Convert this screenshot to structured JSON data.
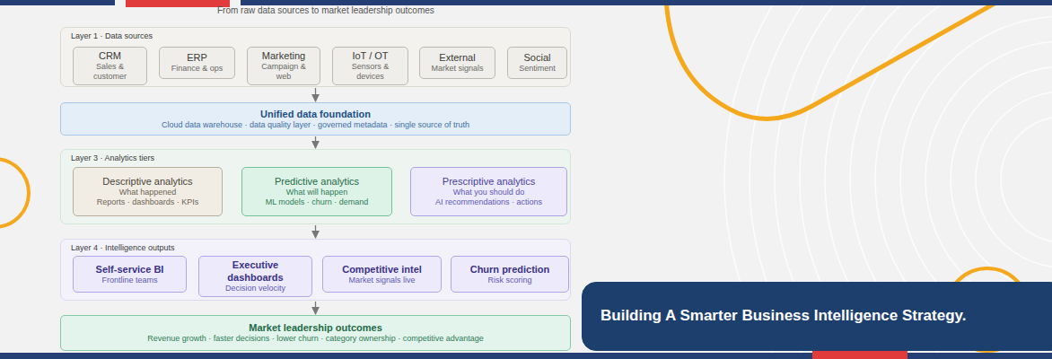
{
  "diagram": {
    "title": "From raw data sources to market leadership outcomes",
    "nodes": [
      {
        "text": [
          "Layer 1 · Data sources"
        ]
      },
      {
        "text": [
          "CRM",
          "Sales & customer"
        ],
        "in": 0
      },
      {
        "text": [
          "ERP",
          "Finance & ops"
        ],
        "in": 0
      },
      {
        "text": [
          "Marketing",
          "Campaign & web"
        ],
        "in": 0
      },
      {
        "text": [
          "IoT / OT",
          "Sensors & devices"
        ],
        "in": 0
      },
      {
        "text": [
          "External",
          "Market signals"
        ],
        "in": 0
      },
      {
        "text": [
          "Social",
          "Sentiment"
        ],
        "in": 0
      },
      {
        "text": [
          "Unified data foundation",
          "Cloud data warehouse · data quality layer · governed metadata · single source of truth"
        ]
      },
      {
        "text": [
          "Layer 3 · Analytics tiers"
        ]
      },
      {
        "text": [
          "Descriptive analytics",
          "What happened",
          "Reports · dashboards · KPIs"
        ],
        "in": 8
      },
      {
        "text": [
          "Predictive analytics",
          "What will happen",
          "ML models · churn · demand"
        ],
        "in": 8
      },
      {
        "text": [
          "Prescriptive analytics",
          "What you should do",
          "AI recommendations · actions"
        ],
        "in": 8
      },
      {
        "text": [
          "Layer 4 · Intelligence outputs"
        ]
      },
      {
        "text": [
          "Self-service BI",
          "Frontline teams"
        ],
        "in": 12
      },
      {
        "text": [
          "Executive dashboards",
          "Decision velocity"
        ],
        "in": 12
      },
      {
        "text": [
          "Competitive intel",
          "Market signals live"
        ],
        "in": 12
      },
      {
        "text": [
          "Churn prediction",
          "Risk scoring"
        ],
        "in": 12
      },
      {
        "text": [
          "Market leadership outcomes",
          "Revenue growth · faster decisions · lower churn · category ownership · competitive advantage"
        ]
      },
      {
        "text": [
          "Building A Smarter Business Intelligence Strategy."
        ]
      }
    ],
    "edges": [
      {
        "from": 0,
        "to": 7,
        "arrow": "to"
      },
      {
        "from": 7,
        "to": 8,
        "arrow": "to"
      },
      {
        "from": 8,
        "to": 12,
        "arrow": "to"
      },
      {
        "from": 12,
        "to": 17,
        "arrow": "to"
      }
    ]
  }
}
